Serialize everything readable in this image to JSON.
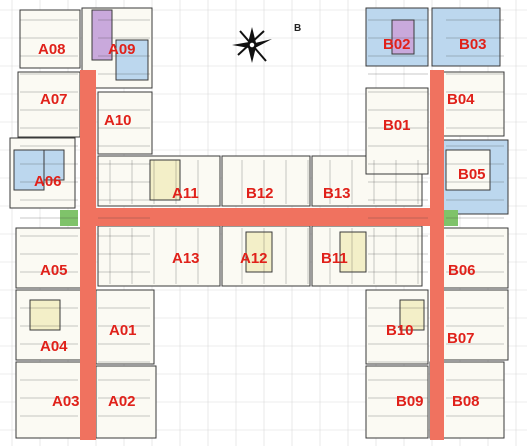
{
  "compass": {
    "letter": "B",
    "icon": "north-arrow-icon"
  },
  "colors": {
    "corridor": "#f0725f",
    "wall": "#3a3a3a",
    "unit_fill": "#fbfaf3",
    "room_cream": "#f3efc8",
    "room_blue": "#bcd7ee",
    "room_purple": "#c9a9dc",
    "green_patch": "#7fc36a",
    "grid": "#d9d9d9",
    "label": "#e0211a"
  },
  "units": {
    "A01": "A01",
    "A02": "A02",
    "A03": "A03",
    "A04": "A04",
    "A05": "A05",
    "A06": "A06",
    "A07": "A07",
    "A08": "A08",
    "A09": "A09",
    "A10": "A10",
    "A11": "A11",
    "A12": "A12",
    "A13": "A13",
    "B01": "B01",
    "B02": "B02",
    "B03": "B03",
    "B04": "B04",
    "B05": "B05",
    "B06": "B06",
    "B07": "B07",
    "B08": "B08",
    "B09": "B09",
    "B10": "B10",
    "B11": "B11",
    "B12": "B12",
    "B13": "B13"
  }
}
